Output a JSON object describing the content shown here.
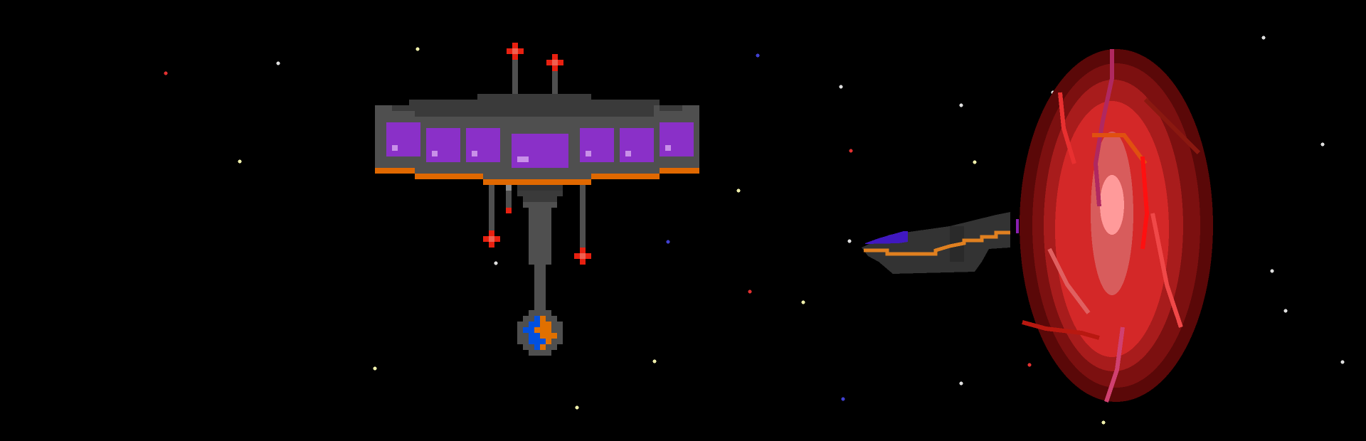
{
  "scene": {
    "background": "#000000",
    "objects": [
      "space-station",
      "spaceship",
      "red-portal",
      "starfield"
    ]
  },
  "colors": {
    "hull": "#4f4f4f",
    "hull_dark": "#3a3a3a",
    "window": "#8a30c8",
    "window_light": "#c890e8",
    "trim": "#e06800",
    "beacon": "#e82010",
    "globe_blue": "#0050e0",
    "globe_orange": "#e07000",
    "ship_hull": "#333333",
    "ship_cockpit": "#4018c0",
    "ship_trim": "#e08020",
    "portal_outer": "#5a0808",
    "portal_mid": "#7c1010",
    "portal_inner": "#d42828",
    "portal_glow": "#d85c5c",
    "portal_core": "#ff9a9a"
  }
}
